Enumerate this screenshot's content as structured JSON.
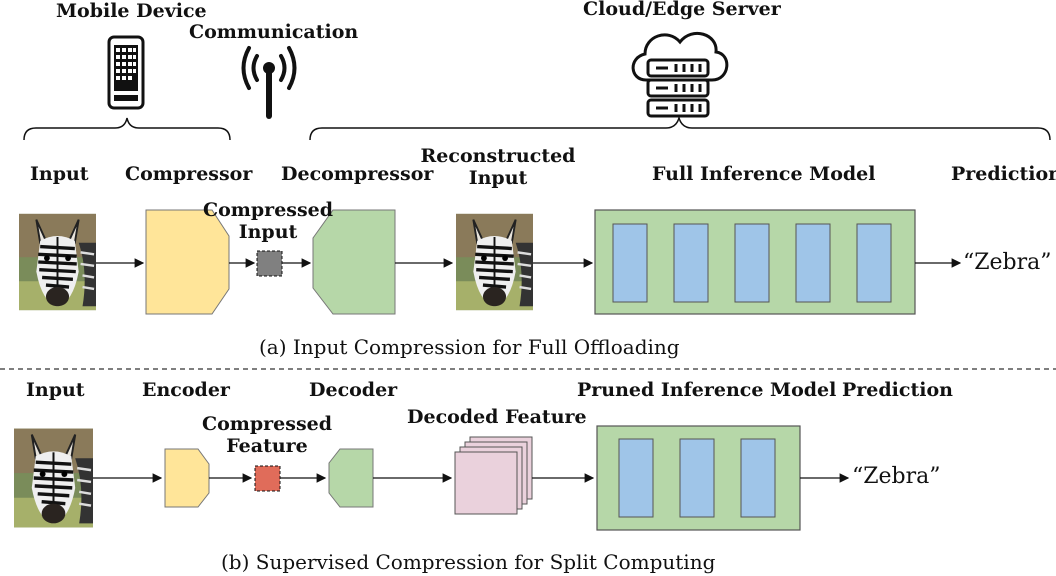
{
  "top": {
    "device_label": "Mobile Device",
    "comm_label": "Communication",
    "server_label": "Cloud/Edge Server",
    "input_label": "Input",
    "compressor_label": "Compressor",
    "compressed_label": "Compressed Input",
    "decompressor_label": "Decompressor",
    "reconstructed_label": "Reconstructed Input",
    "model_label": "Full Inference Model",
    "prediction_label": "Prediction",
    "prediction_value": "“Zebra”",
    "caption": "(a) Input Compression for Full Offloading"
  },
  "bottom": {
    "input_label": "Input",
    "encoder_label": "Encoder",
    "compressed_label": "Compressed Feature",
    "decoder_label": "Decoder",
    "decoded_label": "Decoded Feature",
    "model_label": "Pruned Inference Model",
    "prediction_label": "Prediction",
    "prediction_value": "“Zebra”",
    "caption": "(b) Supervised Compression for Split Computing"
  },
  "colors": {
    "compressor_fill": "#ffe599",
    "decompressor_fill": "#b6d7a8",
    "model_fill": "#b6d7a8",
    "layer_fill": "#9fc5e8",
    "compressed_input_fill": "#808080",
    "compressed_feature_fill": "#e06c5a",
    "decoded_feature_fill": "#ead1dc"
  },
  "icons": [
    "smartphone-icon",
    "antenna-signal-icon",
    "cloud-server-icon",
    "zebra-image"
  ]
}
